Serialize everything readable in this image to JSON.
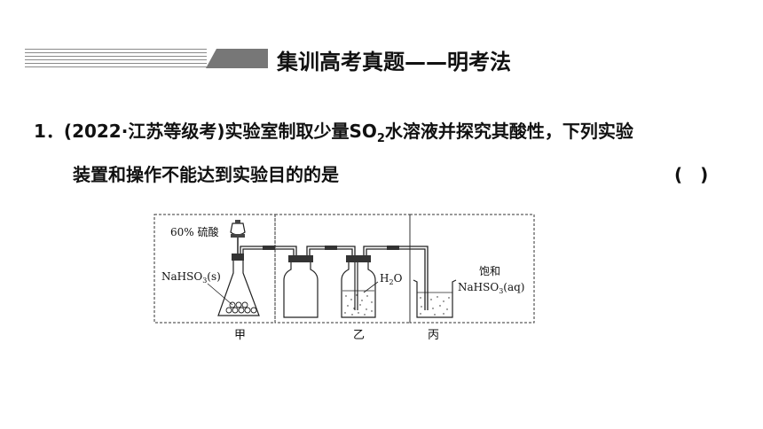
{
  "header": {
    "title": "集训高考真题——明考法"
  },
  "question": {
    "number": "1．",
    "source": "(2022·江苏等级考)",
    "text_before_formula": "实验室制取少量",
    "formula_base": "SO",
    "formula_sub": "2",
    "text_after_formula": "水溶液并探究其酸性，下列实验",
    "line2": "装置和操作不能达到实验目的的是",
    "answer_paren": "(　)"
  },
  "diagram": {
    "acid_label": "60% 硫酸",
    "solid_base": "NaHSO",
    "solid_sub": "3",
    "solid_state": "(s)",
    "water_base": "H",
    "water_sub": "2",
    "water_end": "O",
    "saturated_label": "饱和",
    "solution_base": "NaHSO",
    "solution_sub": "3",
    "solution_state": "(aq)",
    "label_jia": "甲",
    "label_yi": "乙",
    "label_bing": "丙"
  }
}
